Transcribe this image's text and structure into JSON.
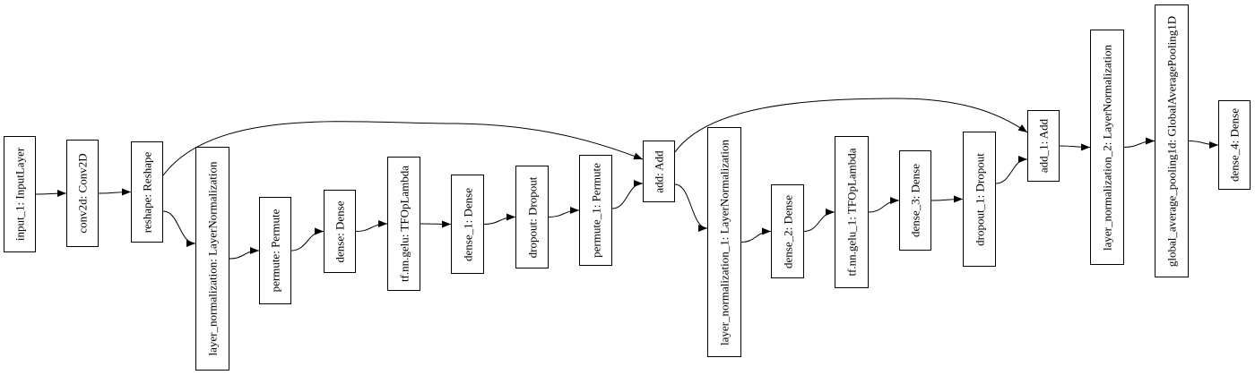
{
  "diagram": {
    "nodes": [
      {
        "id": "input_1",
        "label": "input_1: InputLayer"
      },
      {
        "id": "conv2d",
        "label": "conv2d: Conv2D"
      },
      {
        "id": "reshape",
        "label": "reshape: Reshape"
      },
      {
        "id": "layer_normalization",
        "label": "layer_normalization: LayerNormalization"
      },
      {
        "id": "permute",
        "label": "permute: Permute"
      },
      {
        "id": "dense",
        "label": "dense: Dense"
      },
      {
        "id": "tf_nn_gelu",
        "label": "tf.nn.gelu: TFOpLambda"
      },
      {
        "id": "dense_1",
        "label": "dense_1: Dense"
      },
      {
        "id": "dropout",
        "label": "dropout: Dropout"
      },
      {
        "id": "permute_1",
        "label": "permute_1: Permute"
      },
      {
        "id": "add",
        "label": "add: Add"
      },
      {
        "id": "layer_normalization_1",
        "label": "layer_normalization_1: LayerNormalization"
      },
      {
        "id": "dense_2",
        "label": "dense_2: Dense"
      },
      {
        "id": "tf_nn_gelu_1",
        "label": "tf.nn.gelu_1: TFOpLambda"
      },
      {
        "id": "dense_3",
        "label": "dense_3: Dense"
      },
      {
        "id": "dropout_1",
        "label": "dropout_1: Dropout"
      },
      {
        "id": "add_1",
        "label": "add_1: Add"
      },
      {
        "id": "layer_normalization_2",
        "label": "layer_normalization_2: LayerNormalization"
      },
      {
        "id": "global_average_pooling1d",
        "label": "global_average_pooling1d: GlobalAveragePooling1D"
      },
      {
        "id": "dense_4",
        "label": "dense_4: Dense"
      }
    ],
    "edges": [
      {
        "from": "input_1",
        "to": "conv2d"
      },
      {
        "from": "conv2d",
        "to": "reshape"
      },
      {
        "from": "reshape",
        "to": "layer_normalization"
      },
      {
        "from": "reshape",
        "to": "add"
      },
      {
        "from": "layer_normalization",
        "to": "permute"
      },
      {
        "from": "permute",
        "to": "dense"
      },
      {
        "from": "dense",
        "to": "tf_nn_gelu"
      },
      {
        "from": "tf_nn_gelu",
        "to": "dense_1"
      },
      {
        "from": "dense_1",
        "to": "dropout"
      },
      {
        "from": "dropout",
        "to": "permute_1"
      },
      {
        "from": "permute_1",
        "to": "add"
      },
      {
        "from": "add",
        "to": "layer_normalization_1"
      },
      {
        "from": "add",
        "to": "add_1"
      },
      {
        "from": "layer_normalization_1",
        "to": "dense_2"
      },
      {
        "from": "dense_2",
        "to": "tf_nn_gelu_1"
      },
      {
        "from": "tf_nn_gelu_1",
        "to": "dense_3"
      },
      {
        "from": "dense_3",
        "to": "dropout_1"
      },
      {
        "from": "dropout_1",
        "to": "add_1"
      },
      {
        "from": "add_1",
        "to": "layer_normalization_2"
      },
      {
        "from": "layer_normalization_2",
        "to": "global_average_pooling1d"
      },
      {
        "from": "global_average_pooling1d",
        "to": "dense_4"
      }
    ]
  }
}
